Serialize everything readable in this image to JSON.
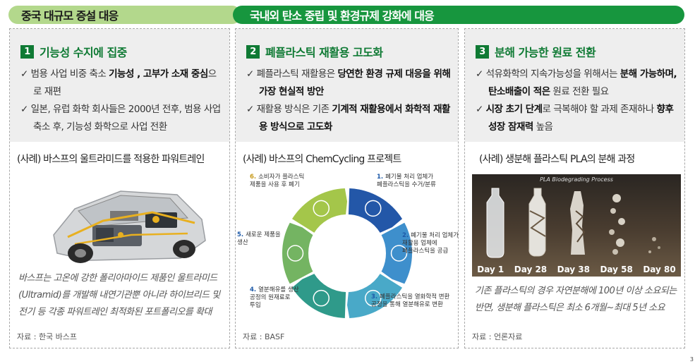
{
  "banners": {
    "left": "중국 대규모 증설 대응",
    "right": "국내외 탄소 중립 및 환경규제 강화에 대응"
  },
  "p1": {
    "num": "1",
    "title": "기능성 수지에 집중",
    "b1a": "범용 사업 비중 축소 ",
    "b1b": "기능성 , 고부가 소재 중심",
    "b1c": "으로 재편",
    "b2": "일본, 유럽 화학 회사들은 2000년 전후, 범용 사업 축소 후, 기능성 화학으로 사업 전환",
    "caption": "(사례) 바스프의 울트라미드를 적용한 파워트레인",
    "note": "바스프는 고온에 강한 폴리아마이드 제품인 울트라미드(Ultramid)를 개발해 내연기관뿐 아니라 하이브리드 및 전기 등 각종 파워트레인 최적화된 포트폴리오를 확대",
    "source": "자료 : 한국 바스프"
  },
  "p2": {
    "num": "2",
    "title": "폐플라스틱 재활용 고도화",
    "b1a": "폐플라스틱 재활용은 ",
    "b1b": "당연한 환경 규제 대응을 위해 가장 현실적 방안",
    "b2a": "재활용 방식은 기존 ",
    "b2b": "기계적 재활용에서 화학적 재활용 방식으로  고도화",
    "caption": "(사례) 바스프의 ChemCycling 프로젝트",
    "steps": [
      {
        "num": "1.",
        "text": "폐기물 처리 업체가\n폐플라스틱을 수거/분류"
      },
      {
        "num": "2.",
        "text": "폐기물 처리 업체가\n재활용 업체에\n폐플라스틱을 공급"
      },
      {
        "num": "3.",
        "text": "폐플라스틱을 열화학적 변환\n공정을 통해 열분해유로 변환"
      },
      {
        "num": "4.",
        "text": "열분해유를 생산\n공정의 원재료로\n투입"
      },
      {
        "num": "5.",
        "text": "새로운 제품을\n생산"
      },
      {
        "num": "6.",
        "text": "소비자가 플라스틱\n제품을 사용 후 폐기"
      }
    ],
    "source": "자료 : BASF"
  },
  "p3": {
    "num": "3",
    "title": "분해 가능한 원료 전환",
    "b1a": "석유화학의 지속가능성을 위해서는 ",
    "b1b": "분해 가능하며, 탄소배출이 적은",
    "b1c": " 원료 전환  필요",
    "b2a": "시장 초기 단계",
    "b2b": "로 극복해야 할 과제 존재하나 ",
    "b2c": "향후 성장 잠재력",
    "b2d": " 높음",
    "caption": "(사례) 생분해 플라스틱 PLA의 분해 과정",
    "photo_title": "PLA Biodegrading Process",
    "days": [
      "Day  1",
      "Day 28",
      "Day 38",
      "Day 58",
      "Day 80"
    ],
    "note": "기존 플라스틱의 경우 자연분해에 100년 이상 소요되는 반면, 생분해 플라스틱은 최소 6개월~최대 5년 소요",
    "source": "자료 : 언론자료"
  },
  "page_number": "3",
  "colors": {
    "accent": "#17963e",
    "light_green": "#b3d88c",
    "cycle": [
      "#2357a8",
      "#3e8fcc",
      "#49a9c8",
      "#2f9a8a",
      "#74b462",
      "#a4c64a"
    ]
  }
}
